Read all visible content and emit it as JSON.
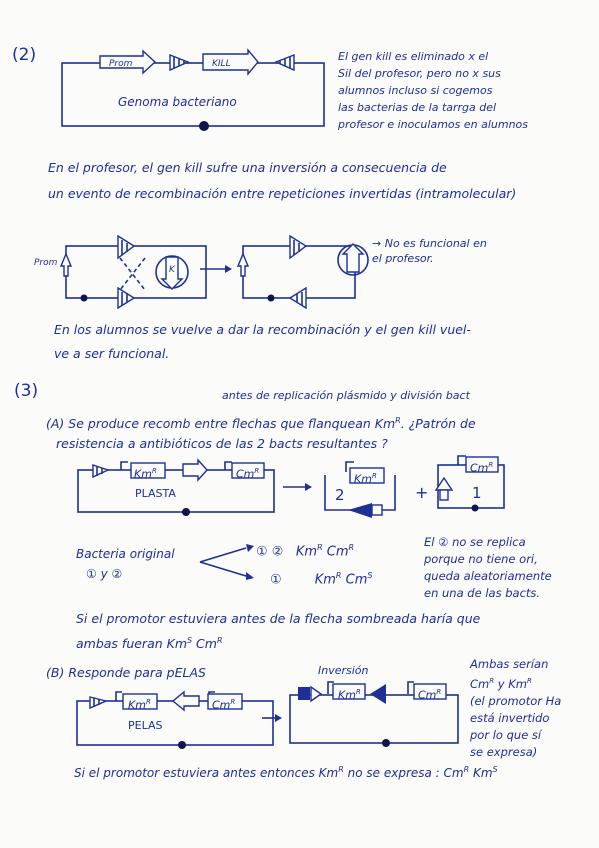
{
  "section2": {
    "number": "(2)",
    "prom_label": "Prom",
    "kill_label": "KILL",
    "genome_label": "Genoma bacteriano",
    "note_lines": [
      "El gen kill es eliminado x el",
      "Sil del profesor, pero no x sus",
      "alumnos incluso si cogemos",
      "las bacterias de la tarrga del",
      "profesor e inoculamos en alumnos"
    ],
    "explanation_lines": [
      "En el profesor, el gen kill sufre una inversión a consecuencia de",
      "un evento de recombinación entre repeticiones invertidas (intramolecular)"
    ],
    "diagram_prom_label": "Prom",
    "diagram_k_label": "K",
    "diagram_not_functional": "→ No es funcional en",
    "diagram_not_functional_2": "el profesor.",
    "students_lines": [
      "En los alumnos se vuelve a dar la recombinación y el gen kill vuel-",
      "ve a ser funcional."
    ]
  },
  "section3": {
    "number": "(3)",
    "annotation": "antes de replicación plásmido y división bact",
    "A_label": "(A)",
    "A_lines": [
      "Se produce recomb entre flechas que flanquean Km",
      "resistencia a antibióticos de las 2 bacts resultantes ?"
    ],
    "A_sup": "R",
    "A_question": ". ¿Patrón de",
    "km_label": "Km",
    "cm_label": "Cm",
    "plasmid_label": "PLASTA",
    "plus": "+",
    "num_2": "2",
    "num_1": "1",
    "original_label_1": "Bacteria original",
    "original_label_2": "① y ②",
    "result_1_nums": "① ②",
    "result_1_genes": "Km",
    "result_1_genes_b": "Cm",
    "result_2_nums": "①",
    "result_2_genes": "Km",
    "result_2_genes_b": "Cm",
    "sup_R": "R",
    "sup_S": "S",
    "replicate_note": [
      "El ② no se replica",
      "porque no tiene ori,",
      "queda aleatoriamente",
      "en una de las bacts."
    ],
    "promoter_note": [
      "Si el promotor estuviera antes de la flecha sombreada haría que",
      "ambas fueran Km"
    ],
    "promoter_note_tail": " Cm",
    "B_label": "(B)",
    "B_text": "Responde para pELAS",
    "B_plasmid_label": "PELAS",
    "inversion_label": "Inversión",
    "B_note": [
      "Ambas serían",
      "Cm",
      "(el promotor Ha",
      "está invertido",
      "por lo que sí",
      "se expresa)"
    ],
    "B_note_cm_tail": " y Km",
    "final_line": "Si el promotor estuviera antes entonces Km",
    "final_tail": " no se expresa : Cm",
    "final_tail2": " Km"
  }
}
